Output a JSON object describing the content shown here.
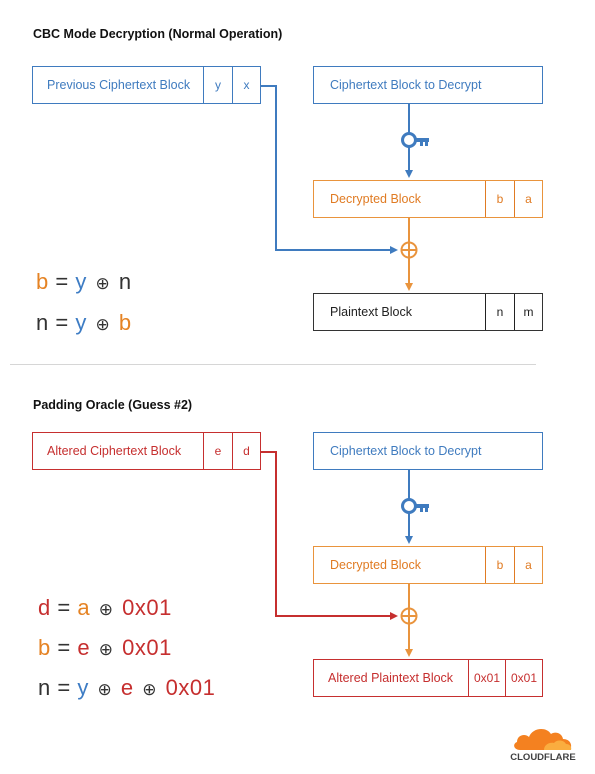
{
  "section1": {
    "title": "CBC Mode Decryption (Normal Operation)",
    "prev_block": {
      "label": "Previous Ciphertext Block",
      "cells": [
        "y",
        "x"
      ]
    },
    "cipher_block": {
      "label": "Ciphertext Block to Decrypt"
    },
    "decrypted_block": {
      "label": "Decrypted Block",
      "cells": [
        "b",
        "a"
      ]
    },
    "plaintext_block": {
      "label": "Plaintext Block",
      "cells": [
        "n",
        "m"
      ]
    },
    "equations": [
      {
        "lhs": "b",
        "rhs1": "y",
        "rhs2": "n"
      },
      {
        "lhs": "n",
        "rhs1": "y",
        "rhs2": "b"
      }
    ]
  },
  "section2": {
    "title": "Padding Oracle (Guess #2)",
    "altered_cipher_block": {
      "label": "Altered Ciphertext Block",
      "cells": [
        "e",
        "d"
      ]
    },
    "cipher_block": {
      "label": "Ciphertext Block to Decrypt"
    },
    "decrypted_block": {
      "label": "Decrypted Block",
      "cells": [
        "b",
        "a"
      ]
    },
    "altered_plaintext_block": {
      "label": "Altered Plaintext Block",
      "cells": [
        "0x01",
        "0x01"
      ]
    },
    "equations": [
      {
        "lhs": "d",
        "t1": "a",
        "t2": "0x01"
      },
      {
        "lhs": "b",
        "t1": "e",
        "t2": "0x01"
      },
      {
        "lhs": "n",
        "t1": "y",
        "t2": "e",
        "t3": "0x01"
      }
    ]
  },
  "symbols": {
    "eq": "=",
    "xor": "⊕"
  },
  "logo": {
    "text": "CLOUDFLARE"
  },
  "colors": {
    "blue": "#3f7bbf",
    "orange": "#e9943d",
    "red": "#c62f2f",
    "dark": "#333333"
  }
}
